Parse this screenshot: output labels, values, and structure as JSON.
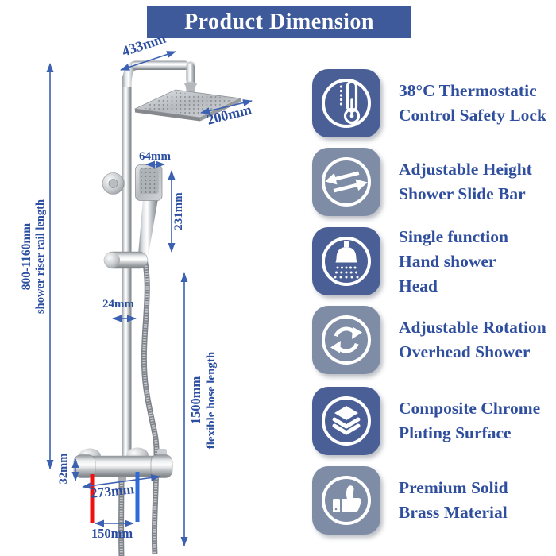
{
  "title": "Product Dimension",
  "banner": {
    "bg": "#3E5A9A"
  },
  "diagram": {
    "labels": {
      "top_width": "433mm",
      "overhead_size": "200mm",
      "hand_width": "64mm",
      "hand_length": "231mm",
      "rail_diameter": "24mm",
      "riser_range": "800-1160mm",
      "riser_caption": "shower riser rail length",
      "hose_length": "1500mm",
      "hose_caption": "flexible hose length",
      "valve_height": "32mm",
      "valve_width": "273mm",
      "outlet_spacing": "150mm"
    },
    "colors": {
      "dimension_text": "#2B4EA0",
      "dimension_line": "#3C61B2",
      "hot_indicator": "#F01010",
      "cold_indicator": "#2E6BD9"
    }
  },
  "features": [
    {
      "icon": "thermometer-icon",
      "bg": "#4A5F95",
      "lines": [
        "38°C Thermostatic",
        "Control Safety Lock"
      ]
    },
    {
      "icon": "swap-arrows-icon",
      "bg": "#7E8DA5",
      "lines": [
        "Adjustable Height",
        "Shower Slide Bar"
      ]
    },
    {
      "icon": "hand-shower-icon",
      "bg": "#4A5F95",
      "lines": [
        "Single function",
        "Hand shower",
        "Head"
      ]
    },
    {
      "icon": "rotation-arrows-icon",
      "bg": "#7E8DA5",
      "lines": [
        "Adjustable Rotation",
        "Overhead Shower"
      ]
    },
    {
      "icon": "layers-icon",
      "bg": "#4A5F95",
      "lines": [
        "Composite Chrome",
        "Plating Surface"
      ]
    },
    {
      "icon": "thumbs-up-icon",
      "bg": "#7E8DA5",
      "lines": [
        "Premium Solid",
        "Brass Material"
      ]
    }
  ]
}
